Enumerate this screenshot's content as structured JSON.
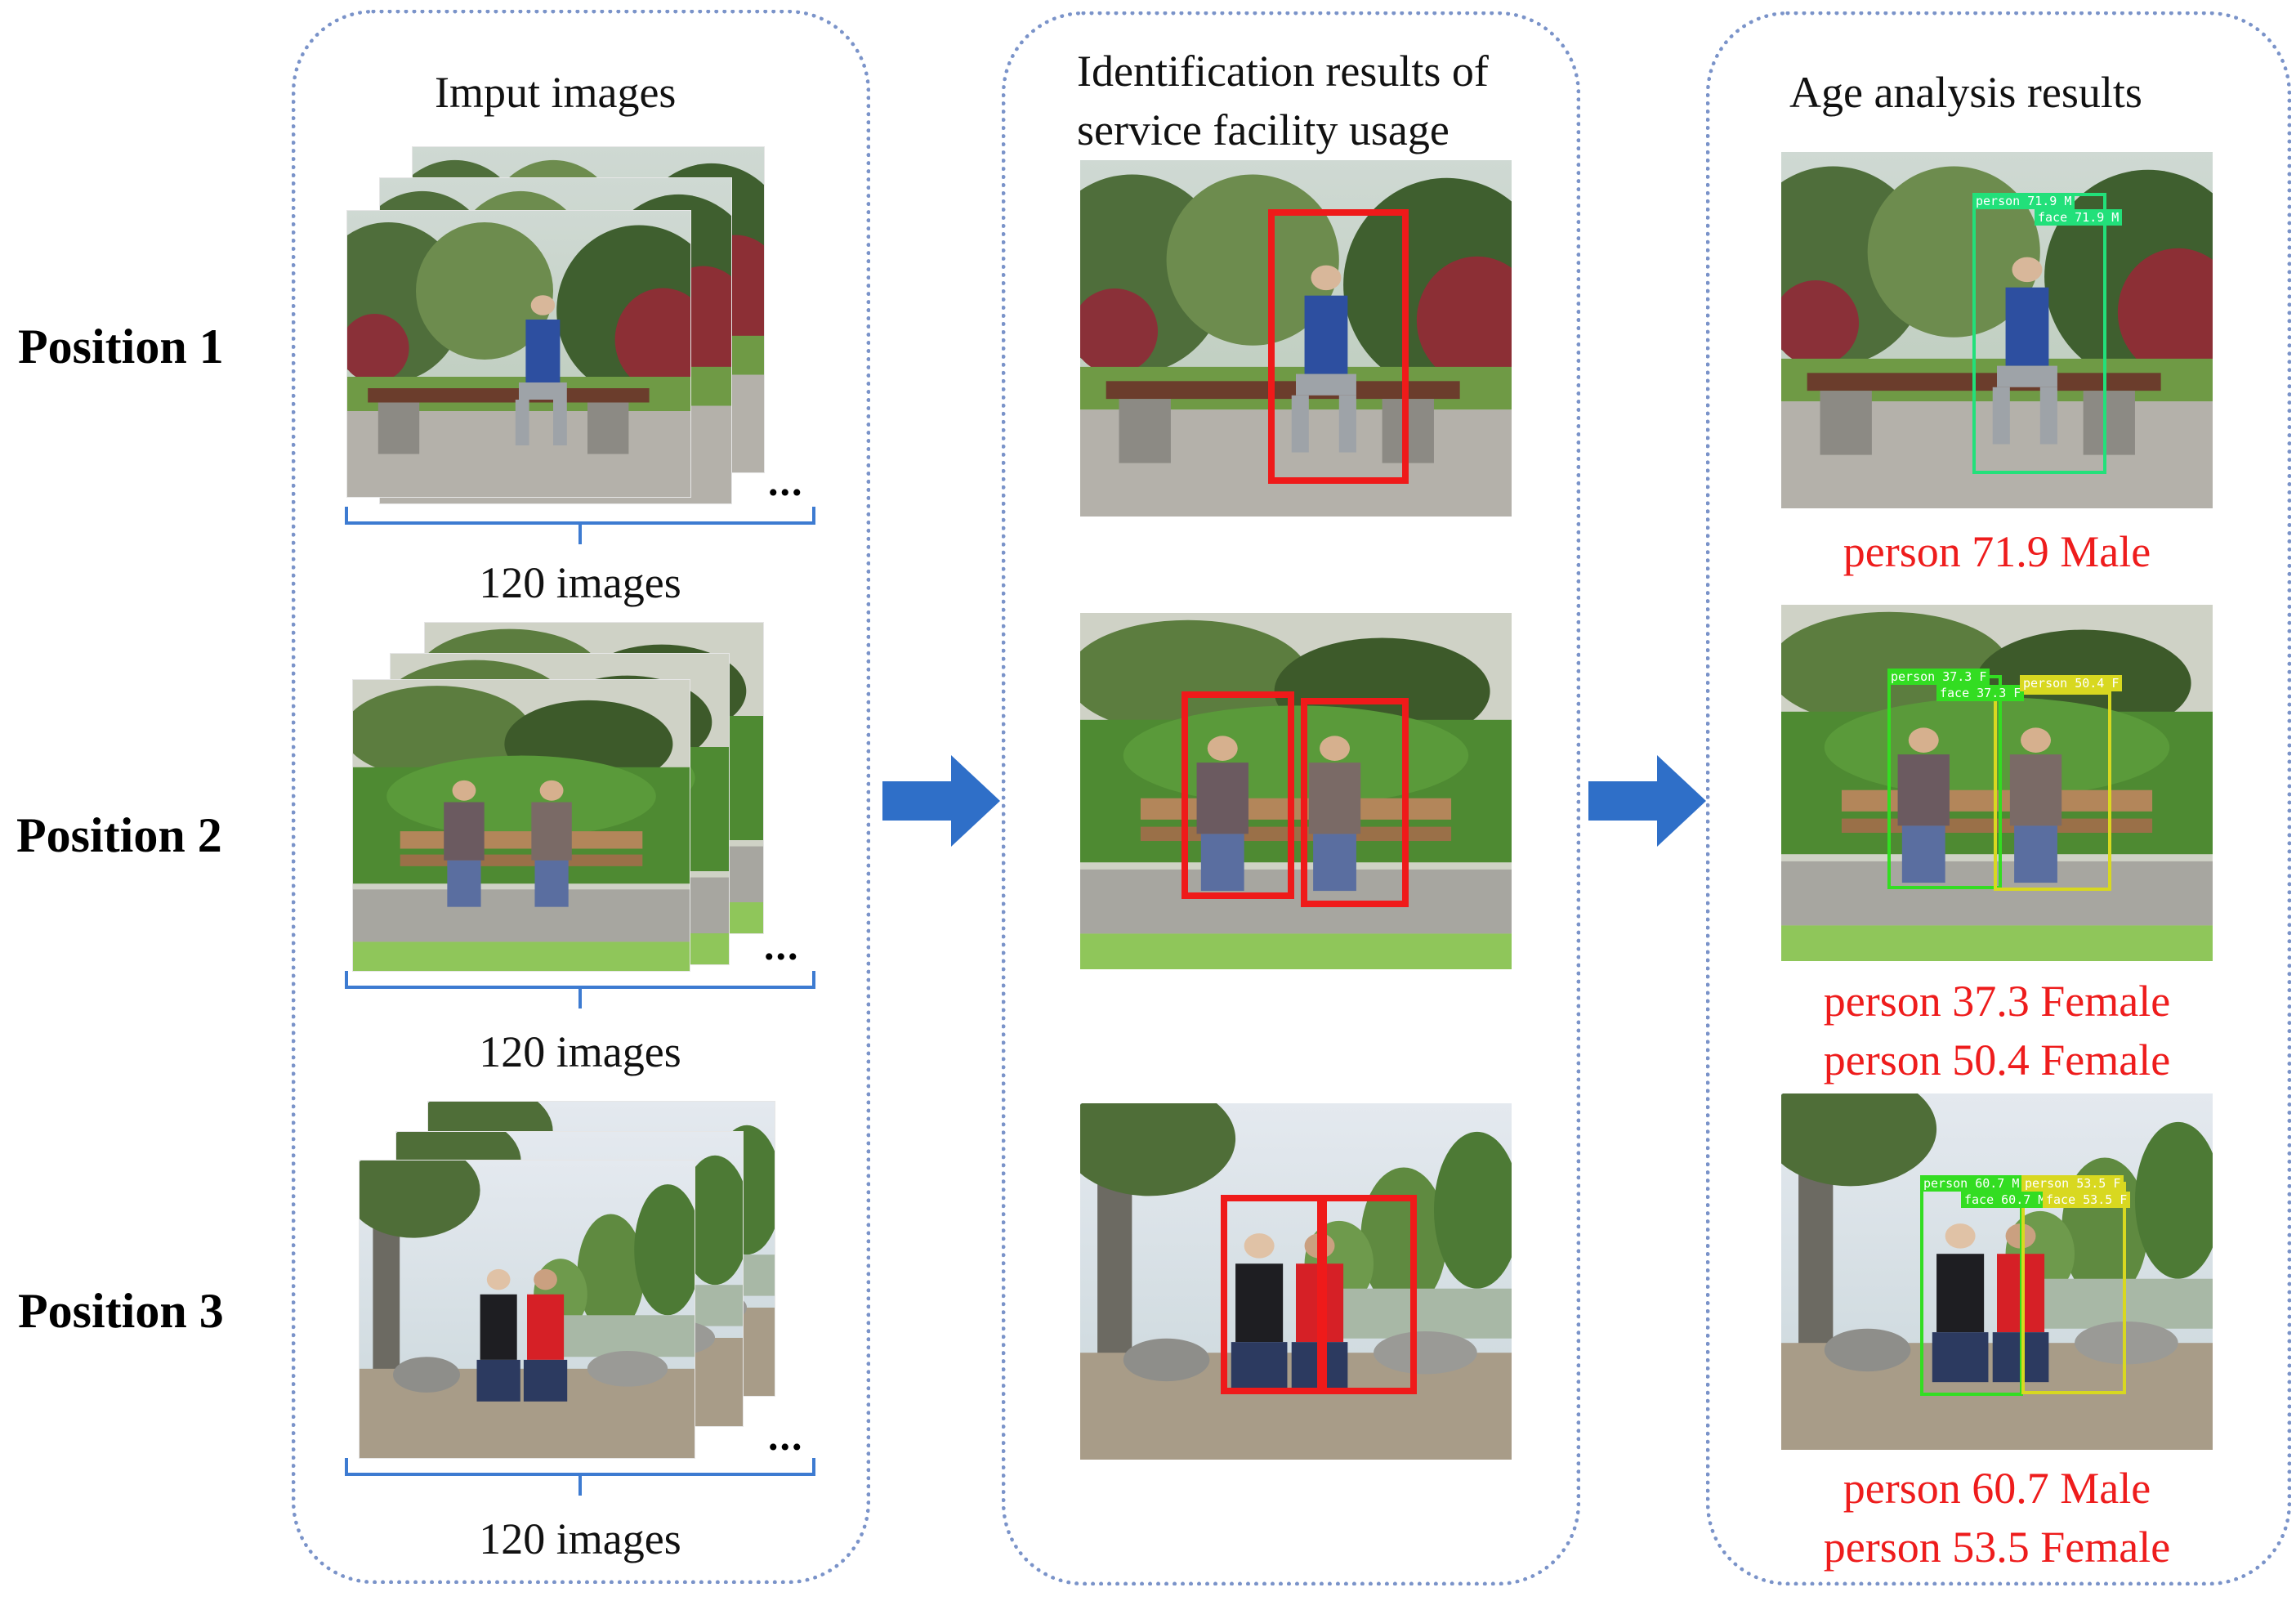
{
  "panels": {
    "input": {
      "title": "Imput images"
    },
    "identification": {
      "title_line1": "Identification results of",
      "title_line2": "service facility usage"
    },
    "age": {
      "title": "Age analysis results"
    }
  },
  "rows": [
    {
      "label": "Position 1",
      "caption": "120 images",
      "ellipsis": "...",
      "results": [
        "person 71.9 Male"
      ],
      "age_tags": [
        {
          "label": "person 71.9 M",
          "color": "#22e07a"
        },
        {
          "label": "face 71.9 M",
          "color": "#22e07a"
        }
      ]
    },
    {
      "label": "Position 2",
      "caption": "120 images",
      "ellipsis": "...",
      "results": [
        "person 37.3 Female",
        "person 50.4 Female"
      ],
      "age_tags": [
        {
          "label": "person 37.3 F",
          "color": "#33dd22"
        },
        {
          "label": "face 37.3 F",
          "color": "#33dd22"
        },
        {
          "label": "person 50.4 F",
          "color": "#d8d820"
        }
      ]
    },
    {
      "label": "Position 3",
      "caption": "120 images",
      "ellipsis": "...",
      "results": [
        "person 60.7 Male",
        "person 53.5 Female"
      ],
      "age_tags": [
        {
          "label": "person 60.7 M",
          "color": "#33dd22"
        },
        {
          "label": "face 60.7 M",
          "color": "#33dd22"
        },
        {
          "label": "person 53.5 F",
          "color": "#d8d820"
        },
        {
          "label": "face 53.5 F",
          "color": "#d8d820"
        }
      ]
    }
  ],
  "colors": {
    "panel_border": "#7a93c9",
    "arrow": "#2f6fc8",
    "detection_box": "#ef1a1a",
    "result_text": "#ee1c1c",
    "brace": "#3d7bd1"
  }
}
